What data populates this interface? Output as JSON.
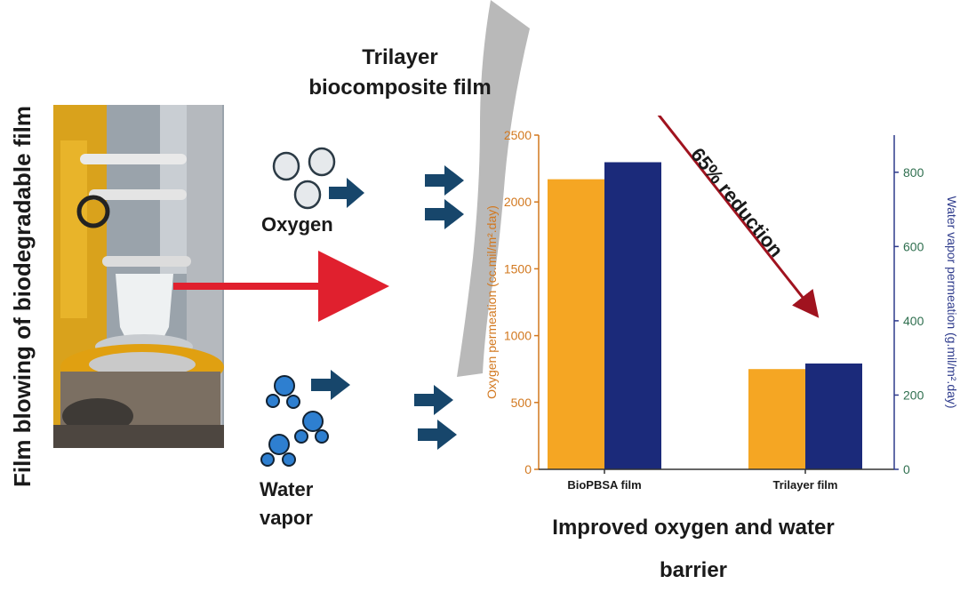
{
  "left_title": "Film blowing of biodegradable film",
  "film_title": {
    "line1": "Trilayer",
    "line2": "biocomposite film"
  },
  "oxygen_label": "Oxygen",
  "water_vapor_label": {
    "line1": "Water",
    "line2": "vapor"
  },
  "caption": {
    "line1": "Improved oxygen and water",
    "line2": "barrier"
  },
  "reduction_label": "65% reduction",
  "colors": {
    "oxygen_bar": "#F5A623",
    "water_bar": "#1B2A7A",
    "left_axis": "#D2781F",
    "right_axis": "#2E3B8C",
    "arrow_blue": "#17466B",
    "arrow_red": "#E0202E",
    "reduction_arrow": "#A0131F"
  },
  "chart_data": {
    "type": "bar",
    "categories": [
      "BioPBSA film",
      "Trilayer film"
    ],
    "series": [
      {
        "name": "Oxygen permeation",
        "axis": "left",
        "values": [
          2170,
          750
        ]
      },
      {
        "name": "Water vapor permeation",
        "axis": "right",
        "values": [
          827,
          285
        ]
      }
    ],
    "ylabel_left": "Oxygen permeation (cc.mil/m².day)",
    "ylabel_right": "Water vapor permeation (g.mil/m².day)",
    "ylim_left": [
      0,
      2500
    ],
    "ylim_right": [
      0,
      900
    ],
    "yticks_left": [
      0,
      500,
      1000,
      1500,
      2000,
      2500
    ],
    "yticks_right": [
      0,
      200,
      400,
      600,
      800
    ],
    "grid": false,
    "legend": "none"
  }
}
